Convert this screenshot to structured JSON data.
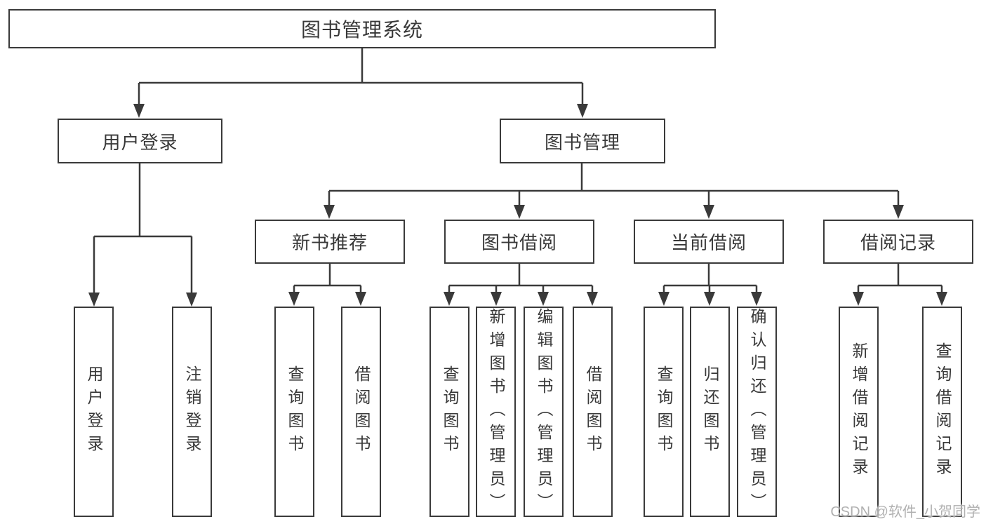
{
  "tree": {
    "label": "图书管理系统",
    "children": [
      {
        "label": "用户登录",
        "children": [
          {
            "label": "用户登录"
          },
          {
            "label": "注销登录"
          }
        ]
      },
      {
        "label": "图书管理",
        "children": [
          {
            "label": "新书推荐",
            "children": [
              {
                "label": "查询图书"
              },
              {
                "label": "借阅图书"
              }
            ]
          },
          {
            "label": "图书借阅",
            "children": [
              {
                "label": "查询图书"
              },
              {
                "label": "新增图书（管理员）"
              },
              {
                "label": "编辑图书（管理员）"
              },
              {
                "label": "借阅图书"
              }
            ]
          },
          {
            "label": "当前借阅",
            "children": [
              {
                "label": "查询图书"
              },
              {
                "label": "归还图书"
              },
              {
                "label": "确认归还（管理员）"
              }
            ]
          },
          {
            "label": "借阅记录",
            "children": [
              {
                "label": "新增借阅记录"
              },
              {
                "label": "查询借阅记录"
              }
            ]
          }
        ]
      }
    ]
  },
  "watermark": {
    "text": "CSDN @软件_小贺同学"
  },
  "colors": {
    "line": "#3a3a3a",
    "text": "#383838",
    "background": "#ffffff",
    "watermark": "#b0b0b0"
  }
}
